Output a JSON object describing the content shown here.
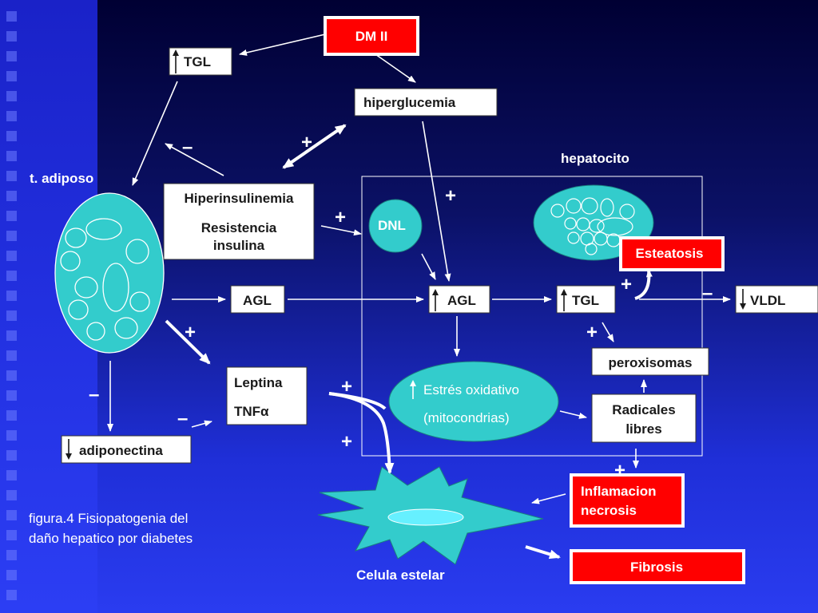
{
  "boxes": {
    "dm2": "DM II",
    "tgl_top": "TGL",
    "hiperglucemia": "hiperglucemia",
    "hiperinsulinemia": "Hiperinsulinemia",
    "resistencia_1": "Resistencia",
    "resistencia_2": "insulina",
    "agl_left": "AGL",
    "agl_right": "AGL",
    "tgl_right": "TGL",
    "vldl": "VLDL",
    "leptina": "Leptina",
    "tnf": "TNFα",
    "adiponectina": "adiponectina",
    "peroxisomas": "peroxisomas",
    "radicales_1": "Radicales",
    "radicales_2": "libres",
    "esteatosis": "Esteatosis",
    "inflamacion_1": "Inflamacion",
    "inflamacion_2": "necrosis",
    "fibrosis": "Fibrosis"
  },
  "labels": {
    "t_adiposo": "t. adiposo",
    "hepatocito": "hepatocito",
    "dnl": "DNL",
    "estres_1": "Estrés oxidativo",
    "estres_2": "(mitocondrias)",
    "celula_estelar": "Celula estelar"
  },
  "caption": {
    "line1": "figura.4 Fisiopatogenia del",
    "line2": "daño hepatico por diabetes"
  },
  "signs": {
    "plus": "+",
    "minus": "–"
  },
  "colors": {
    "red_box": "#ff0000",
    "cyan": "#33cccc",
    "white": "#ffffff"
  }
}
